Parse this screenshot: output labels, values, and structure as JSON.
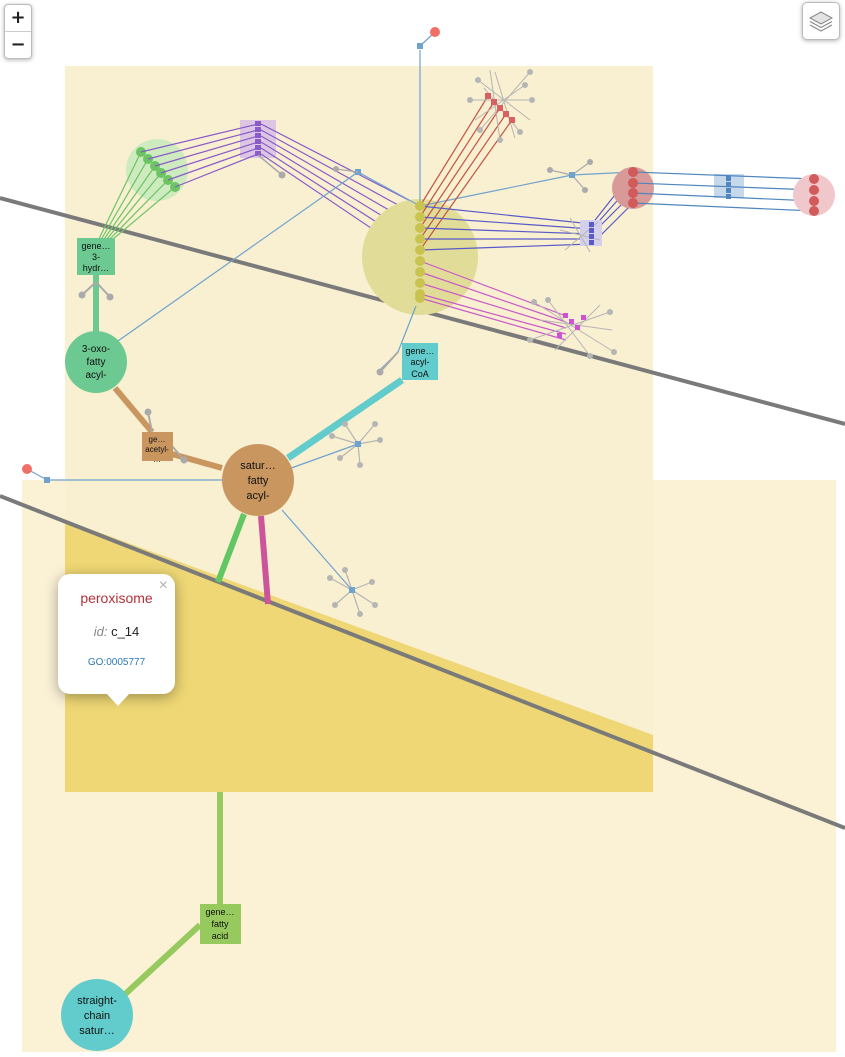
{
  "controls": {
    "zoom_in": "+",
    "zoom_out": "−",
    "layers_icon": "layers-icon"
  },
  "popup": {
    "title": "peroxisome",
    "id_label": "id:",
    "id_value": "c_14",
    "go_term": "GO:0005777",
    "close": "×"
  },
  "nodes": {
    "oxo": [
      "3-oxo-",
      "fatty",
      "acyl-"
    ],
    "satur": [
      "satur…",
      "fatty",
      "acyl-"
    ],
    "straight": [
      "straight-",
      "chain",
      "satur…"
    ]
  },
  "reactions": {
    "hydr": [
      "gene…",
      "3-",
      "hydr…"
    ],
    "acetyl": [
      "ge…",
      "acetyl-",
      "…"
    ],
    "acylcoa": [
      "gene…",
      "acyl-",
      "CoA"
    ],
    "fattyacid": [
      "gene…",
      "fatty",
      "acid"
    ]
  },
  "colors": {
    "compartment_outer": "#fbf2d6",
    "compartment_inner": "#f9efd1",
    "compartment_dark": "#eed774",
    "edge_blue": "#6fa3cf",
    "gray_line": "#7a7a7a"
  }
}
